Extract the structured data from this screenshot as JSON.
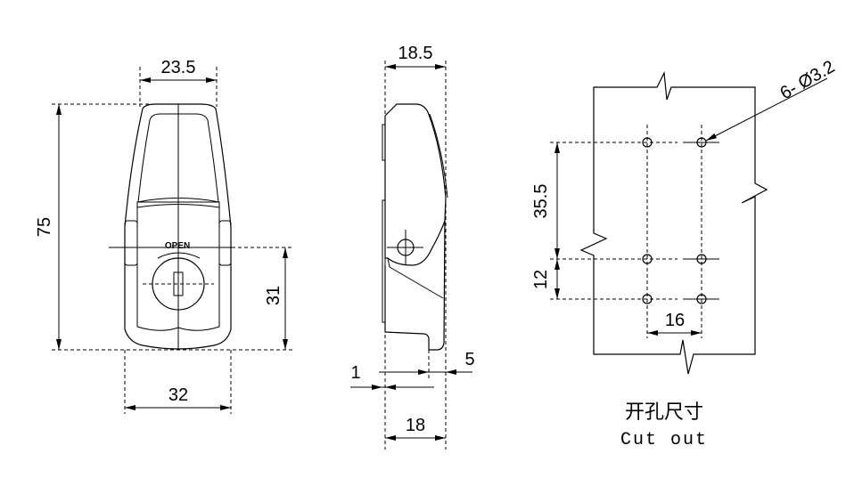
{
  "front_view": {
    "width_top": "23.5",
    "height": "75",
    "center_height": "31",
    "width_bottom": "32",
    "open_label": "OPEN"
  },
  "side_view": {
    "depth_top": "18.5",
    "offset_1": "1",
    "offset_5": "5",
    "depth_bottom": "18"
  },
  "cutout": {
    "hole_callout": "6- Ø3.2",
    "spacing_vertical_1": "35.5",
    "spacing_vertical_2": "12",
    "spacing_horizontal": "16",
    "title_cn": "开孔尺寸",
    "title_en": "Cut out"
  }
}
